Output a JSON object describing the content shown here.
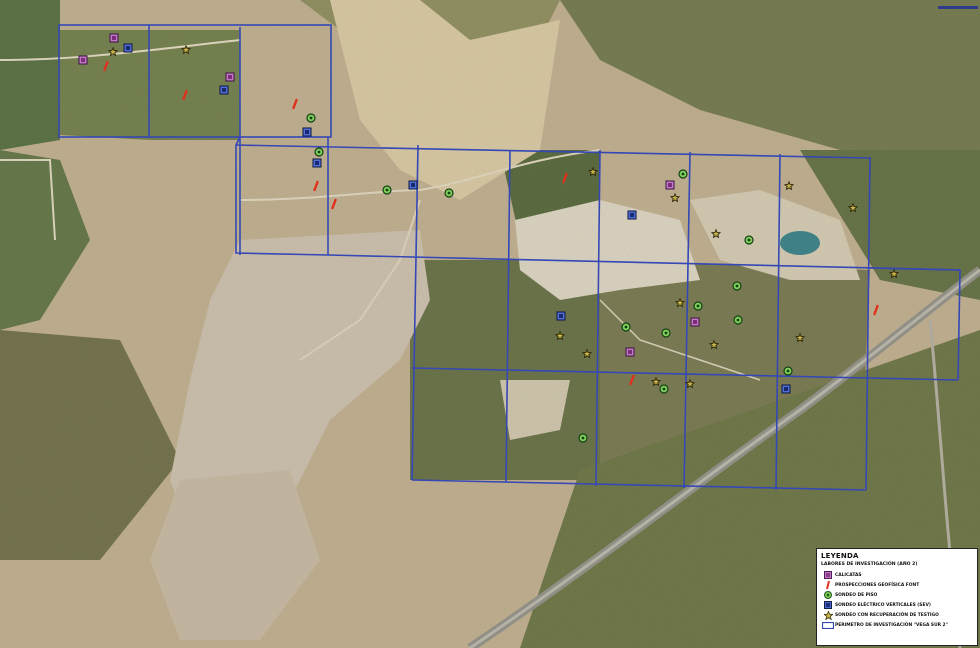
{
  "legend": {
    "title": "LEYENDA",
    "subtitle": "LABORES DE INVESTIGACIÓN (AÑO 2)",
    "items": [
      {
        "key": "calicatas",
        "label": "CALICATAS",
        "symbol": "square-purple"
      },
      {
        "key": "prospecciones",
        "label": "PROSPECCIONES GEOFÍSICA FONT",
        "symbol": "mark-red"
      },
      {
        "key": "sondeo_piso",
        "label": "SONDEO DE PISO",
        "symbol": "circle-green"
      },
      {
        "key": "sondeo_electrico",
        "label": "SONDEO ELÉCTRICO VERTICALES (SEV)",
        "symbol": "square-blue"
      },
      {
        "key": "sondeo_recuperacion",
        "label": "SONDEO CON RECUPERACIÓN DE TESTIGO",
        "symbol": "star-olive"
      },
      {
        "key": "perimetro",
        "label": "PERIMETRO DE INVESTIGACIÓN \"VEGA SUR 2\"",
        "symbol": "rect-outline-blue"
      }
    ]
  },
  "colors": {
    "grid": "#3548b5",
    "calicata": "#8e3a8e",
    "prospeccion": "#e0301e",
    "sondeo_piso": "#1f8a1f",
    "sev": "#1e2f7a",
    "testigo": "#6b5a12"
  }
}
